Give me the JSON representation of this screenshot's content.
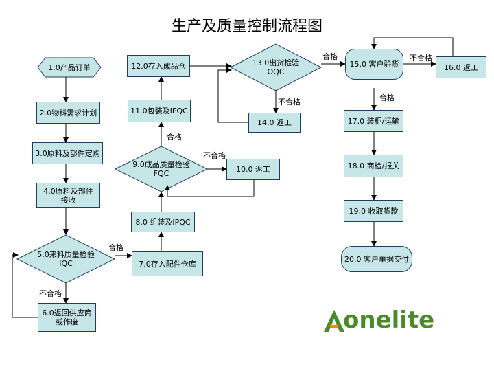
{
  "title": "生产及质量控制流程图",
  "nodes": {
    "n1": "1.0产品订单",
    "n2": "2.0物料需求计划",
    "n3": "3.0原料及部件定购",
    "n4": "4.0原料及部件\n接收",
    "n5": "5.0来料质量检验\nIQC",
    "n6": "6.0返回供应商\n或作废",
    "n7": "7.0存入配件仓库",
    "n8": "8.0 组装及IPQC",
    "n9": "9.0成品质量检验\nFQC",
    "n10": "10.0 返工",
    "n11": "11.0包装及IPQC",
    "n12": "12.0存入成品仓",
    "n13": "13.0出货检验\nOQC",
    "n14": "14.0 返工",
    "n15": "15.0 客户验货",
    "n16": "16.0 返工",
    "n17": "17.0 装柜/运输",
    "n18": "18.0 商检/报关",
    "n19": "19.0 收取货款",
    "n20": "20.0 客户单据交付"
  },
  "labels": {
    "pass_5_7": "合格",
    "fail_5_6": "不合格",
    "pass_9_11": "合格",
    "fail_9_10": "不合格",
    "fail_13_14": "不合格",
    "pass_13_15": "合格",
    "fail_15_16": "不合格",
    "pass_15_17": "合格"
  },
  "logo": {
    "text": "onelite",
    "mark": "A",
    "color": "#4a8a2a",
    "accent": "#f08a1c"
  },
  "colors": {
    "box_fill": "#c6e6e8",
    "box_stroke": "#1f3f5f",
    "arrow": "#000000"
  }
}
